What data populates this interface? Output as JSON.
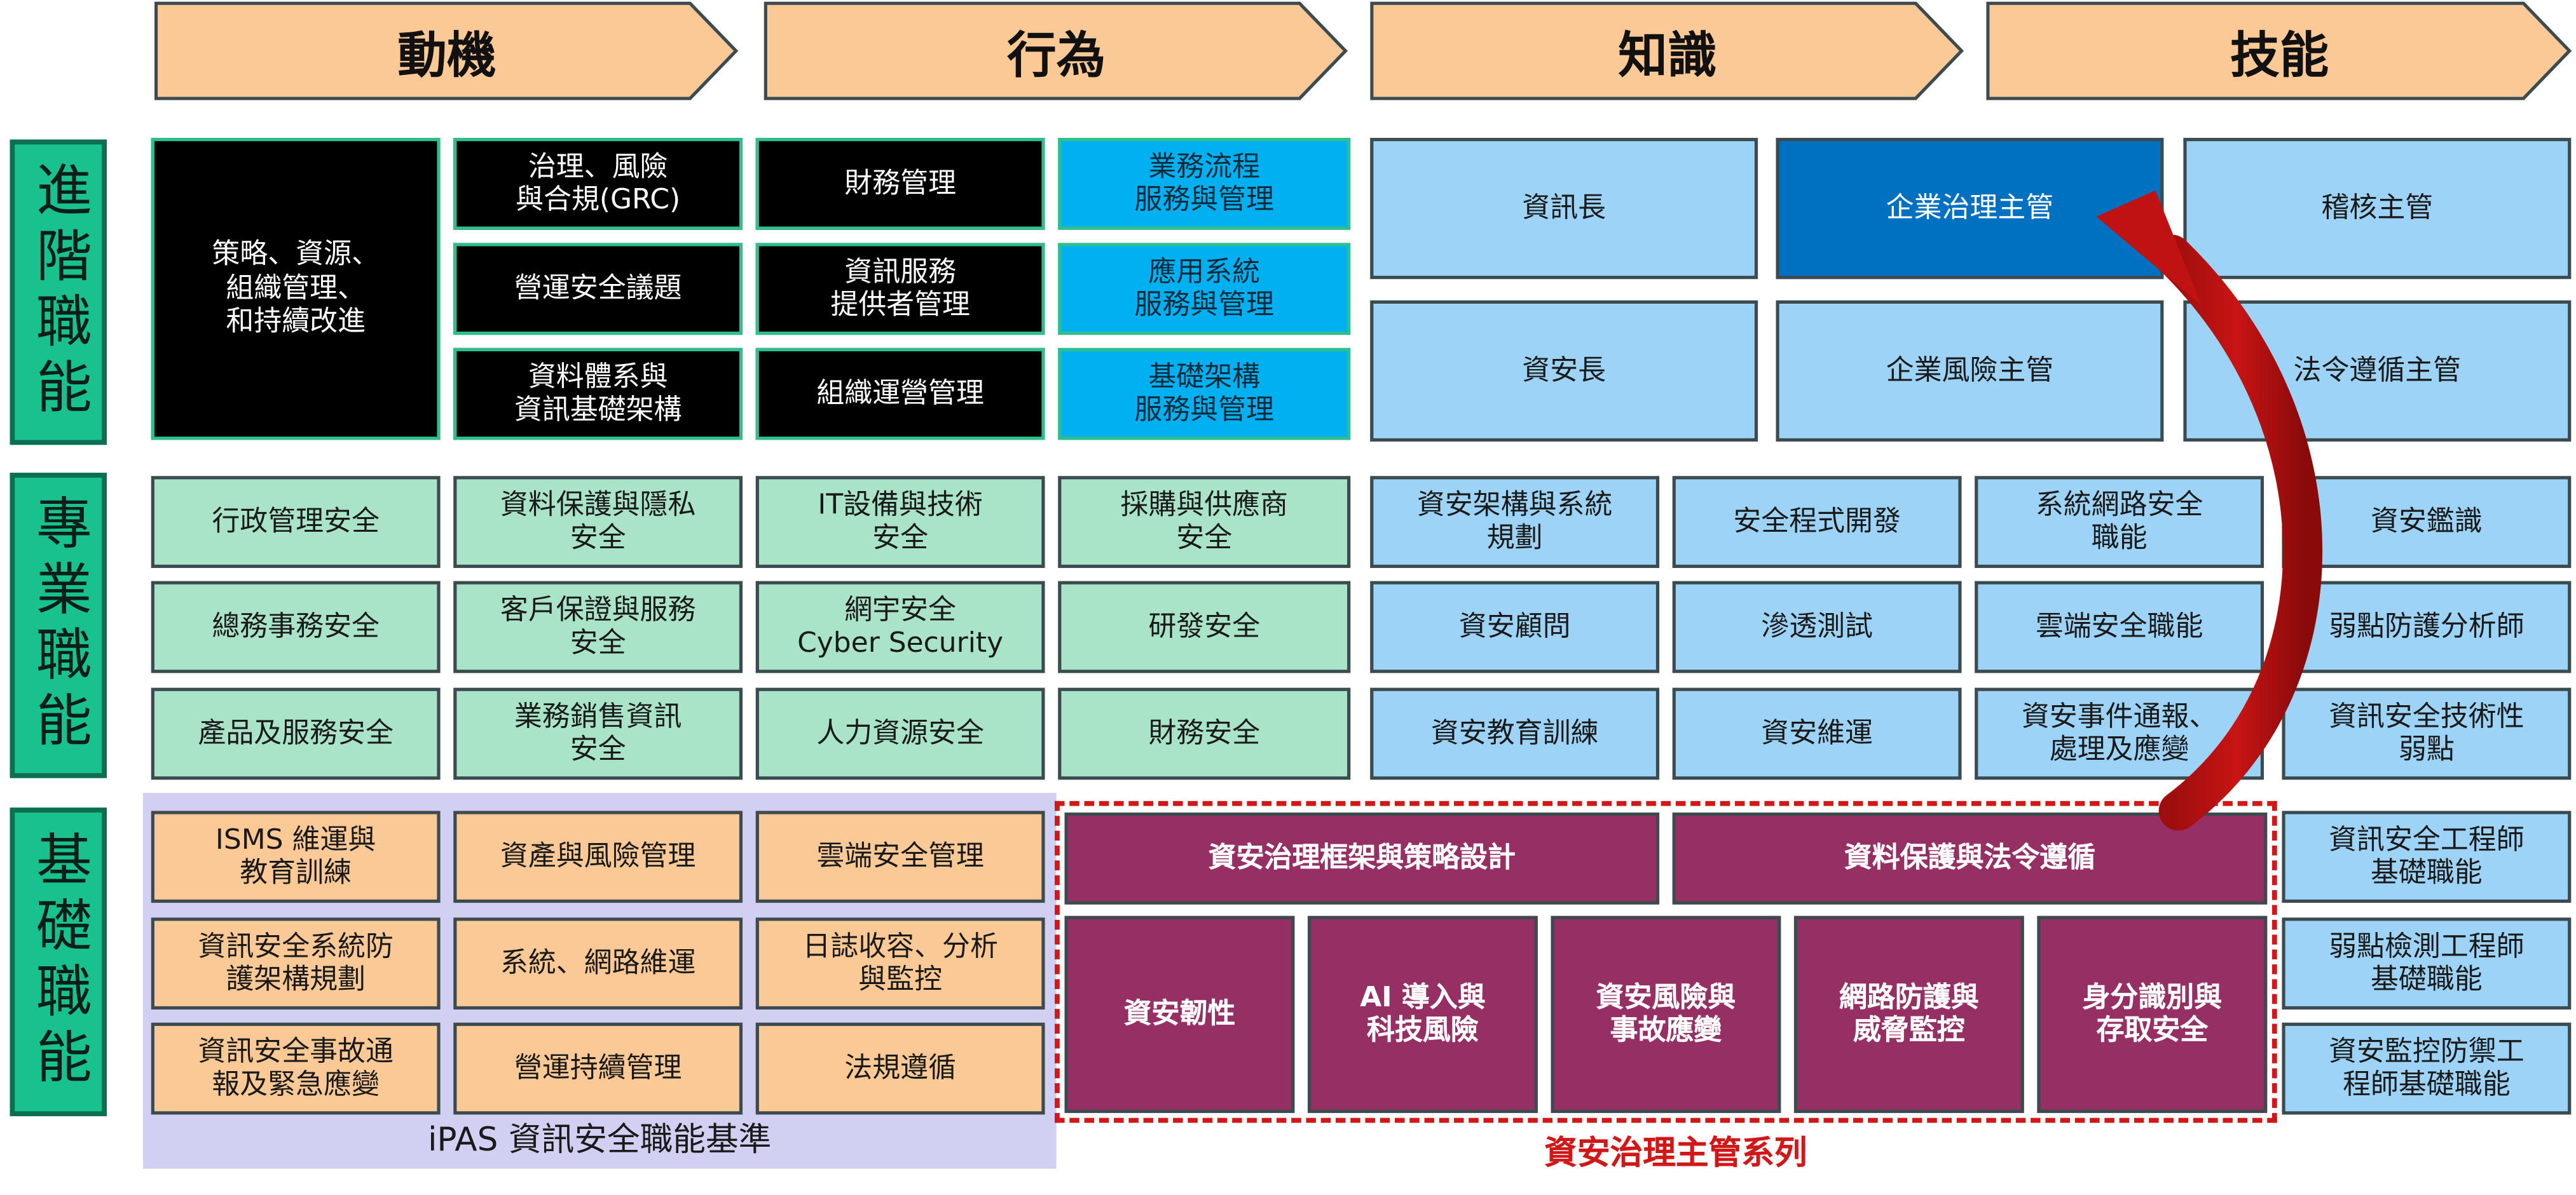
{
  "colors": {
    "header_fill": "#fbc996",
    "side_fill": "#19c18f",
    "black": "#000000",
    "cyan": "#00b0f0",
    "light_blue": "#9dd3f7",
    "dark_blue": "#0070c0",
    "mint": "#a9e3c8",
    "peach": "#fbc996",
    "plum": "#962f63",
    "ipas_panel": "#d2d0f2",
    "governance_red": "#d11818"
  },
  "headers": [
    "動機",
    "行為",
    "知識",
    "技能"
  ],
  "side_labels": [
    "進階職能",
    "專業職能",
    "基礎職能"
  ],
  "advanced": {
    "strategy": "策略、資源、\n組織管理、\n和持續改進",
    "grc": "治理、風險\n與合規(GRC)",
    "ops_security": "營運安全議題",
    "data_arch": "資料體系與\n資訊基礎架構",
    "finance_mgmt": "財務管理",
    "it_service": "資訊服務\n提供者管理",
    "org_ops": "組織運營管理",
    "biz_process": "業務流程\n服務與管理",
    "app_system": "應用系統\n服務與管理",
    "infra": "基礎架構\n服務與管理",
    "cio": "資訊長",
    "ciso": "資安長",
    "corp_gov": "企業治理主管",
    "corp_risk": "企業風險主管",
    "audit": "稽核主管",
    "compliance": "法令遵循主管"
  },
  "professional": {
    "mint": [
      [
        "行政管理安全",
        "資料保護與隱私\n安全",
        "IT設備與技術\n安全",
        "採購與供應商\n安全"
      ],
      [
        "總務事務安全",
        "客戶保證與服務\n安全",
        "網宇安全\nCyber Security",
        "研發安全"
      ],
      [
        "產品及服務安全",
        "業務銷售資訊\n安全",
        "人力資源安全",
        "財務安全"
      ]
    ],
    "blue": [
      [
        "資安架構與系統\n規劃",
        "安全程式開發",
        "系統網路安全\n職能",
        "資安鑑識"
      ],
      [
        "資安顧問",
        "滲透測試",
        "雲端安全職能",
        "弱點防護分析師"
      ],
      [
        "資安教育訓練",
        "資安維運",
        "資安事件通報、\n處理及應變",
        "資訊安全技術性\n弱點"
      ]
    ]
  },
  "basic": {
    "ipas": [
      [
        "ISMS 維運與\n教育訓練",
        "資產與風險管理",
        "雲端安全管理"
      ],
      [
        "資訊安全系統防\n護架構規劃",
        "系統、網路維運",
        "日誌收容、分析\n與監控"
      ],
      [
        "資訊安全事故通\n報及緊急應變",
        "營運持續管理",
        "法規遵循"
      ]
    ],
    "ipas_label": "iPAS 資訊安全職能基準",
    "gov_top": [
      "資安治理框架與策略設計",
      "資料保護與法令遵循"
    ],
    "gov_bottom": [
      "資安韌性",
      "AI 導入與\n科技風險",
      "資安風險與\n事故應變",
      "網路防護與\n威脅監控",
      "身分識別與\n存取安全"
    ],
    "gov_label": "資安治理主管系列",
    "engineer": [
      "資訊安全工程師\n基礎職能",
      "弱點檢測工程師\n基礎職能",
      "資安監控防禦工\n程師基礎職能"
    ]
  }
}
